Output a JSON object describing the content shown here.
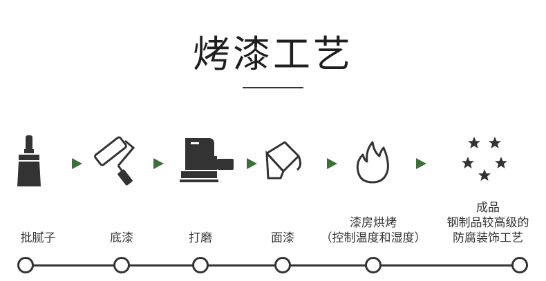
{
  "title": "烤漆工艺",
  "steps": [
    {
      "icon": "paintbrush-icon",
      "label": "批腻子"
    },
    {
      "icon": "paint-roller-icon",
      "label": "底漆"
    },
    {
      "icon": "sander-icon",
      "label": "打磨"
    },
    {
      "icon": "paint-bucket-icon",
      "label": "面漆"
    },
    {
      "icon": "flame-icon",
      "label_lines": [
        "漆房烘烤",
        "（控制温度和湿度）"
      ]
    },
    {
      "icon": "stars-icon",
      "label_lines": [
        "成品",
        "钢制品较高级的",
        "防腐装饰工艺"
      ]
    }
  ],
  "colors": {
    "arrow": "#3d6f3a",
    "icon": "#333333",
    "text": "#333333"
  }
}
